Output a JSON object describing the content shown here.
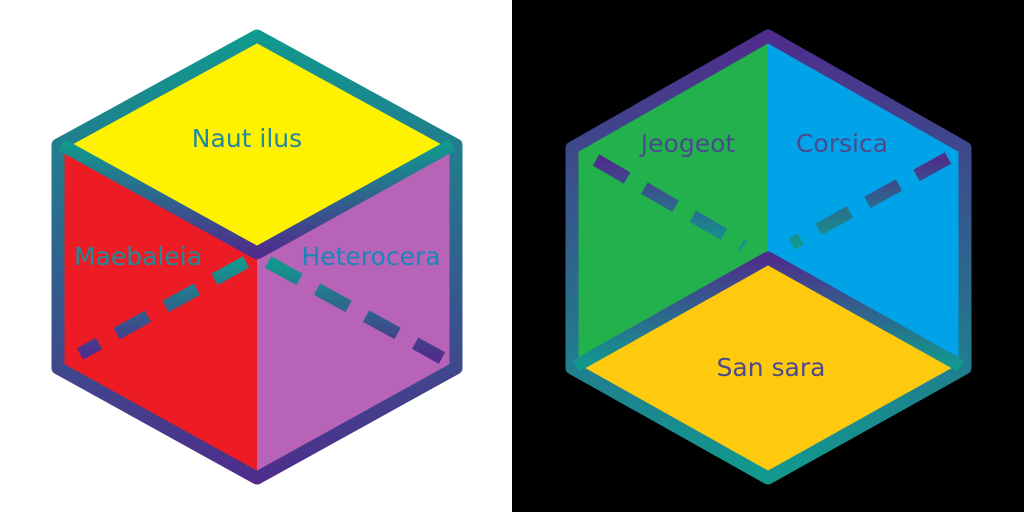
{
  "left_cube": {
    "labels": {
      "top": "Naut ilus",
      "left": "Maebaleia",
      "right": "Heterocera"
    },
    "colors": {
      "top": "#fff200",
      "left": "#ed1c24",
      "right": "#b763b8",
      "edge_top": "#11998e",
      "edge_bottom": "#4e2d8c",
      "label": "#1f8a9c",
      "label_right": "#1a86b8"
    }
  },
  "right_cube": {
    "labels": {
      "top_left": "Jeogeot",
      "top_right": "Corsica",
      "bottom": "San sara"
    },
    "colors": {
      "top_left": "#22b14c",
      "top_right": "#00a2e8",
      "bottom": "#ffc90e",
      "edge_top": "#4e2d8c",
      "edge_bottom": "#11998e",
      "label": "#4b4a8e"
    }
  }
}
